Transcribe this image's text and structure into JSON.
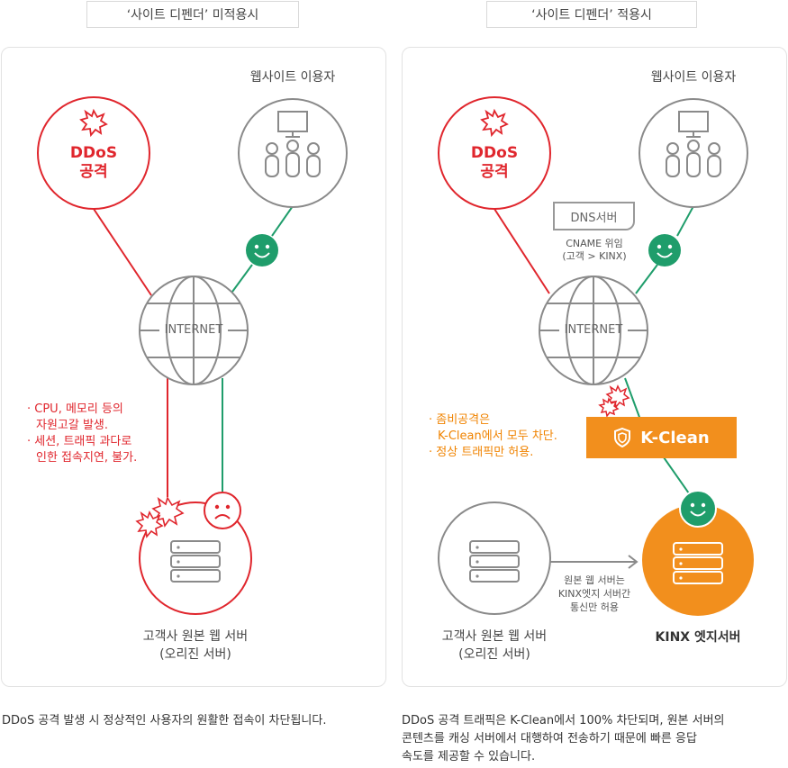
{
  "tabs": {
    "left": "‘사이트 디펜더’ 미적용시",
    "right": "‘사이트 디펜더’ 적용시"
  },
  "left": {
    "users_label": "웹사이트 이용자",
    "ddos_line1": "DDoS",
    "ddos_line2": "공격",
    "internet": "INTERNET",
    "notes": [
      "· CPU, 메모리 등의",
      "  자원고갈 발생.",
      "· 세션, 트래픽 과다로",
      "  인한 접속지연, 불가."
    ],
    "server_line1": "고객사 원본 웹 서버",
    "server_line2": "(오리진 서버)",
    "caption": "DDoS 공격 발생 시 정상적인 사용자의 원활한 접속이 차단됩니다."
  },
  "right": {
    "users_label": "웹사이트 이용자",
    "ddos_line1": "DDoS",
    "ddos_line2": "공격",
    "dns": "DNS서버",
    "cname_line1": "CNAME 위임",
    "cname_line2": "(고객 > KINX)",
    "internet": "INTERNET",
    "notes": [
      "· 좀비공격은",
      "  K-Clean에서 모두 차단.",
      "· 정상 트래픽만 허용."
    ],
    "kclean": "K-Clean",
    "arrow_line1": "원본 웹 서버는",
    "arrow_line2": "KINX엣지 서버간",
    "arrow_line3": "통신만 허용",
    "server_line1": "고객사 원본 웹 서버",
    "server_line2": "(오리진 서버)",
    "edge_label": "KINX 엣지서버",
    "caption_lines": [
      "DDoS 공격 트래픽은 K-Clean에서 100% 차단되며, 원본 서버의",
      "콘텐츠를 캐싱 서버에서 대행하여 전송하기 때문에 빠른 응답",
      "속도를 제공할 수 있습니다."
    ]
  },
  "colors": {
    "red": "#e0262d",
    "green": "#1f9d6b",
    "gray": "#8a8a8a",
    "orange": "#f28f1d",
    "orange_text": "#f08300"
  },
  "icons": [
    "burst-icon",
    "monitor-icon",
    "people-icon",
    "smiley-icon",
    "sad-icon",
    "globe-icon",
    "server-icon",
    "shield-icon",
    "arrow-icon"
  ]
}
